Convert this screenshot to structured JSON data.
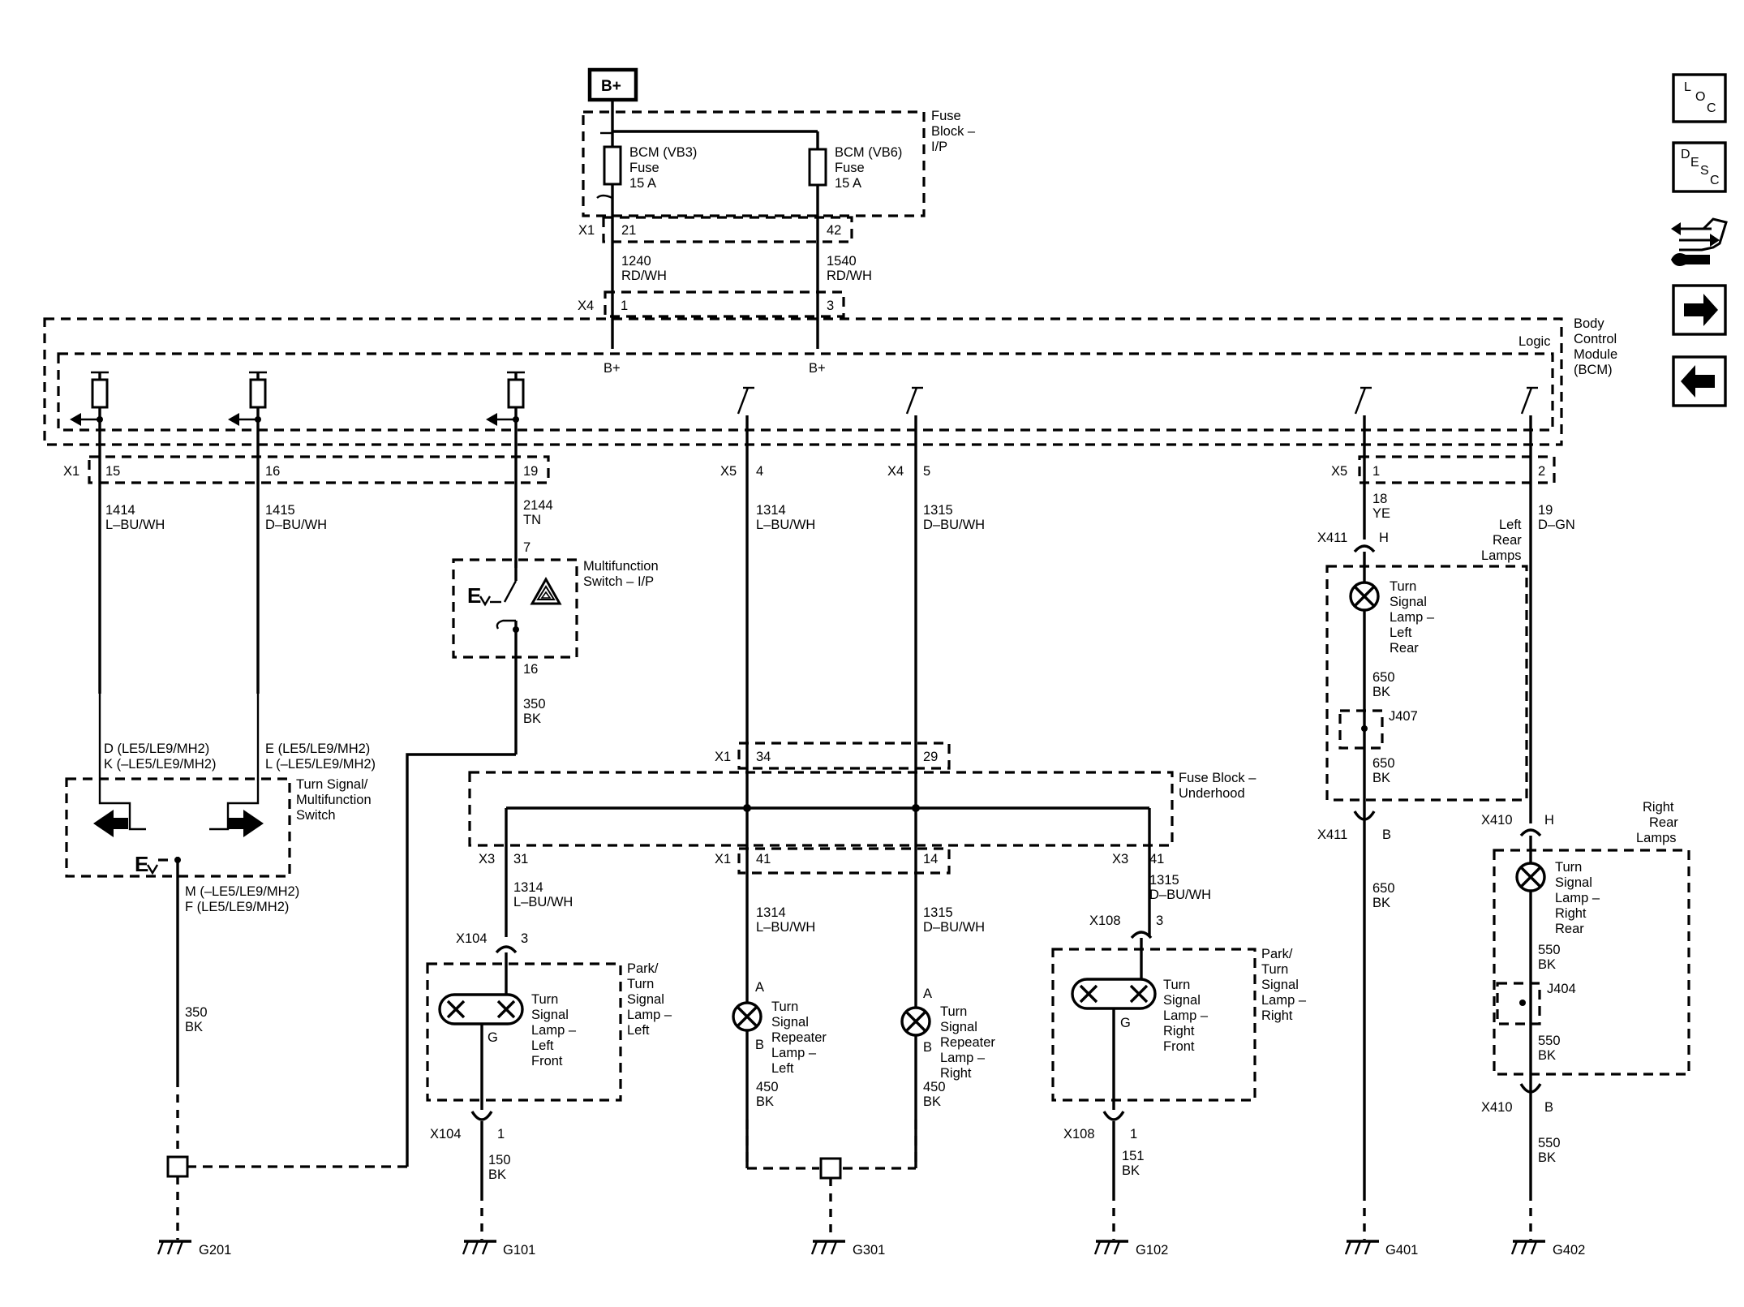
{
  "power": {
    "bplus": "B+"
  },
  "fuse_block_ip": {
    "title_lines": [
      "Fuse",
      "Block –",
      "I/P"
    ],
    "fuse1": [
      "BCM (VB3)",
      "Fuse",
      "15 A"
    ],
    "fuse2": [
      "BCM (VB6)",
      "Fuse",
      "15 A"
    ],
    "conn": "X1",
    "pin1": "21",
    "pin2": "42"
  },
  "wires_top": {
    "w1": [
      "1240",
      "RD/WH"
    ],
    "w2": [
      "1540",
      "RD/WH"
    ]
  },
  "bcm": {
    "title_lines": [
      "Body",
      "Control",
      "Module",
      "(BCM)"
    ],
    "logic": "Logic",
    "top_conn": "X4",
    "top_pin1": "1",
    "top_pin2": "3",
    "bplus1": "B+",
    "bplus2": "B+",
    "x1": "X1",
    "x1_p15": "15",
    "x1_p16": "16",
    "x1_p19": "19",
    "x5a": "X5",
    "x5a_p4": "4",
    "x4": "X4",
    "x4_p5": "5",
    "x5b": "X5",
    "x5b_p1": "1",
    "x5b_p2": "2"
  },
  "wires_mid": {
    "w1414": [
      "1414",
      "L–BU/WH"
    ],
    "w1415": [
      "1415",
      "D–BU/WH"
    ],
    "w2144": [
      "2144",
      "TN"
    ],
    "w1314": [
      "1314",
      "L–BU/WH"
    ],
    "w1315": [
      "1315",
      "D–BU/WH"
    ],
    "w18": [
      "18",
      "YE"
    ],
    "w19": [
      "19",
      "D–GN"
    ]
  },
  "mf_switch": {
    "title_lines": [
      "Multifunction",
      "Switch – I/P"
    ],
    "pin_top": "7",
    "pin_bot": "16",
    "wire": [
      "350",
      "BK"
    ]
  },
  "ts_switch": {
    "title_lines": [
      "Turn Signal/",
      "Multifunction",
      "Switch"
    ],
    "left_pins": [
      "D (LE5/LE9/MH2)",
      "K (–LE5/LE9/MH2)"
    ],
    "right_pins": [
      "E (LE5/LE9/MH2)",
      "L (–LE5/LE9/MH2)"
    ],
    "bottom_pins": [
      "M (–LE5/LE9/MH2)",
      "F (LE5/LE9/MH2)"
    ],
    "wire": [
      "350",
      "BK"
    ]
  },
  "fuse_underhood": {
    "title_lines": [
      "Fuse Block –",
      "Underhood"
    ],
    "x1_top": "X1",
    "p34": "34",
    "p29": "29",
    "x3_left": "X3",
    "p31": "31",
    "x1_bot": "X1",
    "p41": "41",
    "p14": "14",
    "x3_right": "X3",
    "p41r": "41"
  },
  "wires_low": {
    "w1314a": [
      "1314",
      "L–BU/WH"
    ],
    "w1314b": [
      "1314",
      "L–BU/WH"
    ],
    "w1315a": [
      "1315",
      "D–BU/WH"
    ],
    "w1315b": [
      "1315",
      "D–BU/WH"
    ]
  },
  "park_left": {
    "title_lines": [
      "Park/",
      "Turn",
      "Signal",
      "Lamp –",
      "Left"
    ],
    "lamp_lines": [
      "Turn",
      "Signal",
      "Lamp –",
      "Left",
      "Front"
    ],
    "conn": "X104",
    "pin_top": "3",
    "pin_g": "G",
    "pin_bot": "1",
    "wire": [
      "150",
      "BK"
    ]
  },
  "rep_left": {
    "lamp_lines": [
      "Turn",
      "Signal",
      "Repeater",
      "Lamp –",
      "Left"
    ],
    "pin_a": "A",
    "pin_b": "B",
    "wire": [
      "450",
      "BK"
    ]
  },
  "rep_right": {
    "lamp_lines": [
      "Turn",
      "Signal",
      "Repeater",
      "Lamp –",
      "Right"
    ],
    "pin_a": "A",
    "pin_b": "B",
    "wire": [
      "450",
      "BK"
    ]
  },
  "park_right": {
    "title_lines": [
      "Park/",
      "Turn",
      "Signal",
      "Lamp –",
      "Right"
    ],
    "lamp_lines": [
      "Turn",
      "Signal",
      "Lamp –",
      "Right",
      "Front"
    ],
    "conn": "X108",
    "pin_top": "3",
    "pin_g": "G",
    "pin_bot": "1",
    "wire": [
      "151",
      "BK"
    ]
  },
  "left_rear": {
    "title_lines": [
      "Left",
      "Rear",
      "Lamps"
    ],
    "lamp_lines": [
      "Turn",
      "Signal",
      "Lamp –",
      "Left",
      "Rear"
    ],
    "conn": "X411",
    "pin_h": "H",
    "pin_b": "B",
    "splice": "J407",
    "w650a": [
      "650",
      "BK"
    ],
    "w650b": [
      "650",
      "BK"
    ],
    "w650c": [
      "650",
      "BK"
    ]
  },
  "right_rear": {
    "title_lines": [
      "Right",
      "Rear",
      "Lamps"
    ],
    "lamp_lines": [
      "Turn",
      "Signal",
      "Lamp –",
      "Right",
      "Rear"
    ],
    "conn": "X410",
    "pin_h": "H",
    "pin_b": "B",
    "splice": "J404",
    "w550a": [
      "550",
      "BK"
    ],
    "w550b": [
      "550",
      "BK"
    ],
    "w550c": [
      "550",
      "BK"
    ]
  },
  "grounds": [
    "G201",
    "G101",
    "G301",
    "G102",
    "G401",
    "G402"
  ],
  "nav": {
    "loc": [
      "L",
      "O",
      "C"
    ],
    "desc": [
      "D",
      "E",
      "S",
      "C"
    ],
    "icons": [
      "connector-tool-icon",
      "arrow-right-icon",
      "arrow-left-icon"
    ]
  }
}
